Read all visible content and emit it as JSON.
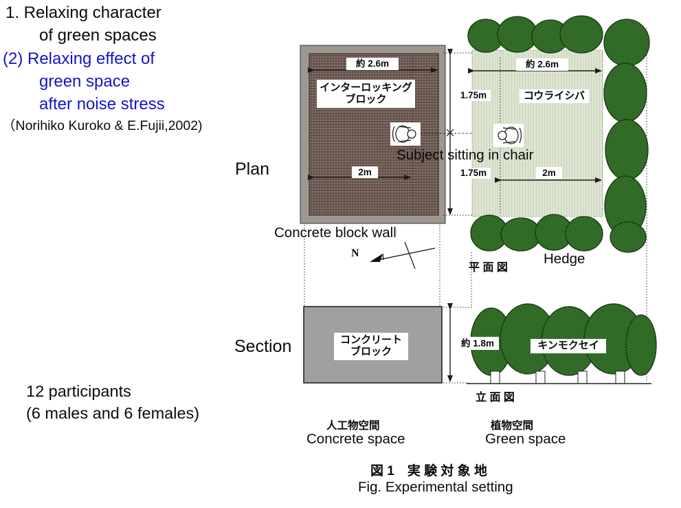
{
  "slide": {
    "title_line1": "1.  Relaxing character",
    "title_line2": "of green spaces",
    "subtitle_line1": "(2) Relaxing effect of",
    "subtitle_line2": "green space",
    "subtitle_line3": "after noise stress",
    "citation": "（Norihiko Kuroko & E.Fujii,2002)",
    "plan_label": "Plan",
    "section_label": "Section",
    "participants_line1": "12 participants",
    "participants_line2": "(6 males and 6 females)",
    "accent_color": "#1414cc"
  },
  "diagram": {
    "plan": {
      "concrete": {
        "width_dim": "約 2.6m",
        "material_line1": "インターロッキング",
        "material_line2": "ブロック",
        "depth_dim": "2m",
        "wall_label": "Concrete block wall"
      },
      "green": {
        "width_dim": "約 2.6m",
        "material": "コウライシバ",
        "dim_175_top": "1.75m",
        "dim_175_bottom": "1.75m",
        "depth_dim": "2m",
        "hedge_label": "Hedge"
      },
      "subject_label": "Subject sitting in chair",
      "compass_label": "N",
      "view_label_ja": "平 面 図"
    },
    "section": {
      "concrete_line1": "コンクリート",
      "concrete_line2": "ブロック",
      "height_dim": "約 1.8m",
      "hedge_species": "キンモクセイ",
      "view_label_ja": "立 面 図"
    },
    "footer": {
      "concrete_ja": "人工物空間",
      "concrete_en": "Concrete space",
      "green_ja": "植物空間",
      "green_en": "Green space",
      "fig_caption_ja": "図 1　実 験 対 象 地",
      "fig_caption_en": "Fig.  Experimental setting"
    },
    "icons": {
      "north_compass": "north-arrow with N letter and cross tick",
      "subject_person": "top view of subject seated in chair"
    },
    "colors": {
      "hedge_green": "#3a7a2e",
      "hedge_dot": "#1c4617",
      "grass_light": "#e4ead9",
      "interlocking_brown": "#74615a",
      "wall_grey": "#9d9791",
      "concrete_grey": "#a2a09e"
    }
  }
}
